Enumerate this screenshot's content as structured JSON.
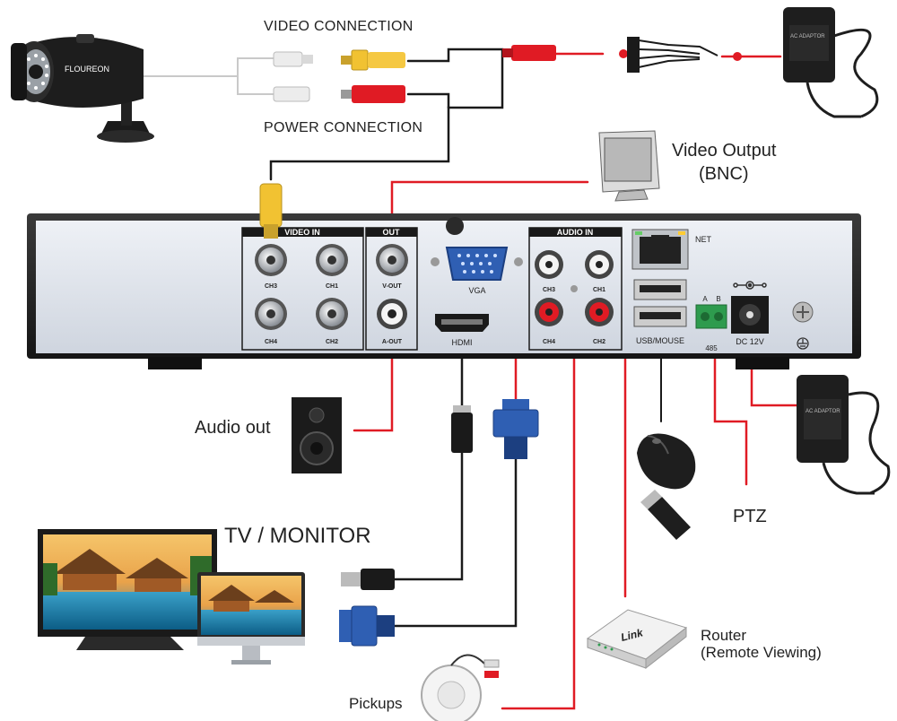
{
  "labels": {
    "video_connection": "VIDEO CONNECTION",
    "power_connection": "POWER CONNECTION",
    "video_output": "Video Output",
    "video_output_sub": "(BNC)",
    "audio_out": "Audio out",
    "tv_monitor": "TV / MONITOR",
    "ptz": "PTZ",
    "router": "Router",
    "router_sub": "(Remote Viewing)",
    "pickups": "Pickups"
  },
  "panel": {
    "video_in": "VIDEO IN",
    "out": "OUT",
    "audio_in": "AUDIO IN",
    "ch3": "CH3",
    "ch1": "CH1",
    "ch4": "CH4",
    "ch2": "CH2",
    "v_out": "V-OUT",
    "a_out": "A-OUT",
    "vga": "VGA",
    "hdmi": "HDMI",
    "net": "NET",
    "usb_mouse": "USB/MOUSE",
    "a": "A",
    "b": "B",
    "rs485": "485",
    "dc12v": "DC 12V"
  },
  "brand": {
    "camera": "FLOUREON",
    "router": "Link",
    "adapter": "AC ADAPTOR"
  },
  "colors": {
    "wire_red": "#e01b24",
    "wire_black": "#1a1a1a",
    "panel_face": "#dfe4ec",
    "chassis": "#2b2b2b"
  }
}
